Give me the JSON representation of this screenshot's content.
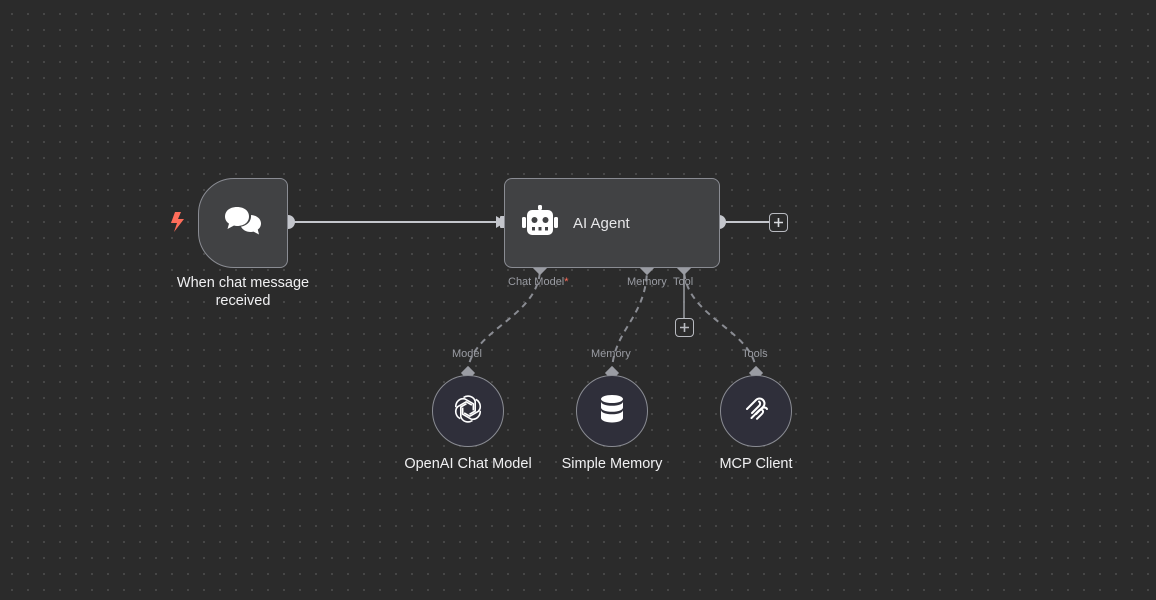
{
  "nodes": {
    "trigger": {
      "label": "When chat message received",
      "icon": "chat-bubbles-icon",
      "trigger_icon": "lightning-bolt-icon"
    },
    "agent": {
      "label": "AI Agent",
      "icon": "robot-icon",
      "ports": {
        "chat_model": "Chat Model",
        "chat_model_required": "*",
        "memory": "Memory",
        "tool": "Tool"
      }
    },
    "openai_model": {
      "label": "OpenAI Chat Model",
      "port_label": "Model",
      "icon": "openai-logo-icon"
    },
    "simple_memory": {
      "label": "Simple Memory",
      "port_label": "Memory",
      "icon": "database-icon"
    },
    "mcp_client": {
      "label": "MCP Client",
      "port_label": "Tools",
      "icon": "mcp-logo-icon"
    }
  },
  "colors": {
    "canvas_bg": "#2b2b2b",
    "node_bg": "#414244",
    "node_border": "#8a8c93",
    "connection": "#c4c6cc",
    "dashed_connection": "#8a8c93",
    "trigger_accent": "#ff6d5a",
    "sub_node_bg": "#2f2f3a"
  }
}
